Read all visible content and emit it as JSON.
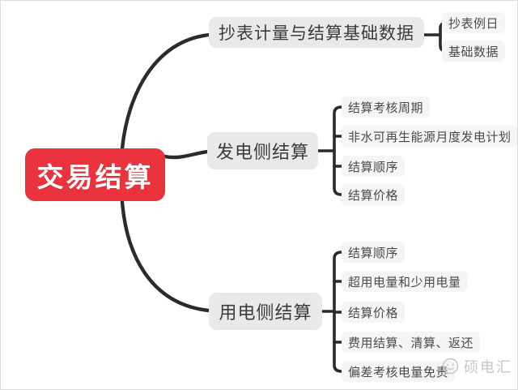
{
  "root": {
    "label": "交易结算"
  },
  "branches": [
    {
      "label": "抄表计量与结算基础数据",
      "children": [
        {
          "label": "抄表例日"
        },
        {
          "label": "基础数据"
        }
      ]
    },
    {
      "label": "发电侧结算",
      "children": [
        {
          "label": "结算考核周期"
        },
        {
          "label": "非水可再生能源月度发电计划"
        },
        {
          "label": "结算顺序"
        },
        {
          "label": "结算价格"
        }
      ]
    },
    {
      "label": "用电侧结算",
      "children": [
        {
          "label": "结算顺序"
        },
        {
          "label": "超用电量和少用电量"
        },
        {
          "label": "结算价格"
        },
        {
          "label": "费用结算、清算、返还"
        },
        {
          "label": "偏差考核电量免责"
        }
      ]
    }
  ],
  "watermark": {
    "label": "硕电汇",
    "icon": "smiley-face-logo"
  },
  "colors": {
    "root_bg": "#ea333d",
    "root_text": "#ffffff",
    "branch_bg": "#e9e9e9",
    "leaf_bg": "#f5f5f5",
    "node_text": "#3b3b3b",
    "connector": "#2b2b2b",
    "watermark_text": "#c6c6c6"
  }
}
